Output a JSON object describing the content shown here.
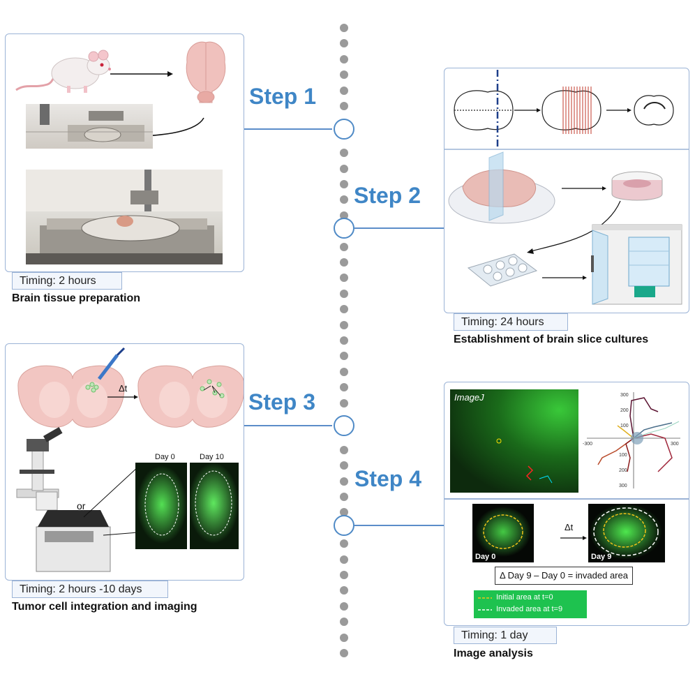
{
  "steps": [
    {
      "label": "Step 1",
      "timing": "Timing: 2 hours",
      "caption": "Brain tissue preparation"
    },
    {
      "label": "Step 2",
      "timing": "Timing: 24 hours",
      "caption": "Establishment of brain slice cultures"
    },
    {
      "label": "Step 3",
      "timing": "Timing: 2 hours -10 days",
      "caption": "Tumor cell integration and imaging"
    },
    {
      "label": "Step 4",
      "timing": "Timing: 1 day",
      "caption": "Image analysis"
    }
  ],
  "step3": {
    "delta_t": "Δt",
    "or_text": "or",
    "day0": "Day 0",
    "day10": "Day 10"
  },
  "step4": {
    "imagej_label": "ImageJ",
    "delta_t": "Δt",
    "day0": "Day 0",
    "day9": "Day 9",
    "equation": "Δ Day 9 – Day 0 = invaded area",
    "legend_initial": "Initial area at t=0",
    "legend_invaded": "Invaded area at t=9",
    "tick_x": [
      "-300",
      "300"
    ],
    "tick_y": [
      "300",
      "200",
      "100",
      "100",
      "200",
      "300"
    ],
    "colors": {
      "initial": "#f0c419",
      "invaded": "#ffffff",
      "legend_bg": "#1ec24f"
    }
  },
  "colors": {
    "accent": "#3f86c6",
    "panel_border": "#9bb3d6",
    "fluorescence": "#2fbf2f"
  }
}
